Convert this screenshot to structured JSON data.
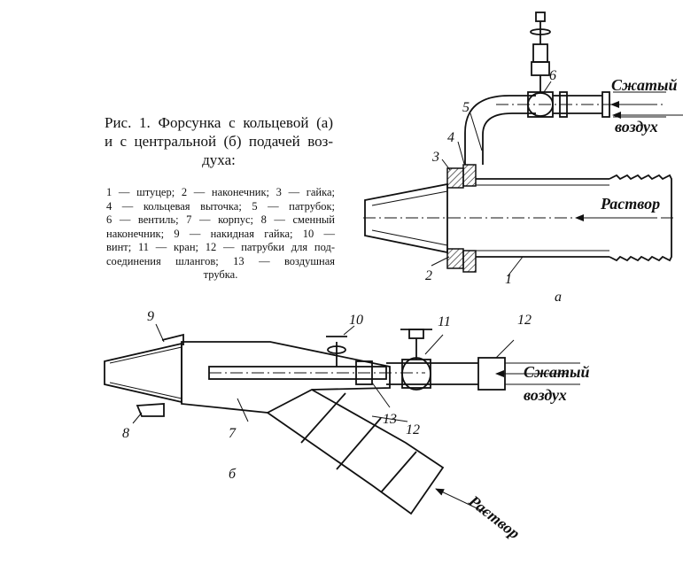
{
  "caption": {
    "line1": "Рис. 1. Форсунка с кольцевой (а)",
    "line2": "и с центральной (б) подачей воз-",
    "line3": "духа:"
  },
  "legend": [
    "1 — штуцер;  2 — наконечник;  3 — гайка;",
    "4 — кольцевая  выточка;  5 — патрубок;",
    "6 — вентиль;  7 — корпус;  8 — сменный",
    "наконечник;  9 — накидная гайка;  10 —",
    "винт;  11 — кран;  12 — патрубки для под-",
    "соединения  шлангов;  13 — воздушная",
    "трубка."
  ],
  "figure_a": {
    "callouts": [
      "1",
      "2",
      "3",
      "4",
      "5",
      "6"
    ],
    "flow_solution": "Раствор",
    "flow_air_1": "Сжатый",
    "flow_air_2": "воздух",
    "panel_letter": "а"
  },
  "figure_b": {
    "callouts": [
      "7",
      "8",
      "9",
      "10",
      "11",
      "12",
      "12",
      "13"
    ],
    "flow_solution": "Раствор",
    "flow_air_1": "Сжатый",
    "flow_air_2": "воздух",
    "panel_letter": "б"
  }
}
